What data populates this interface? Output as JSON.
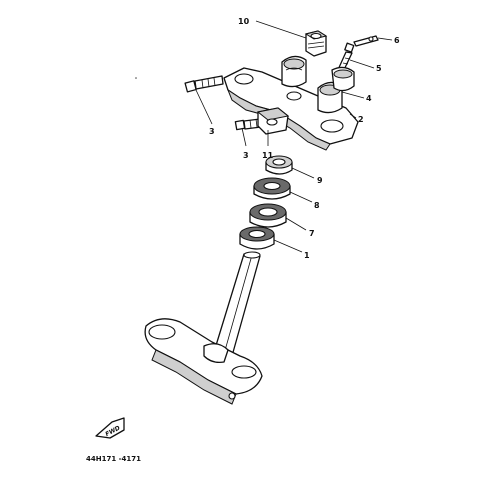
{
  "callouts": {
    "c10": "10",
    "c6": "6",
    "c5": "5",
    "c4": "4",
    "c2": "2",
    "c3a": "3",
    "c3b": "3",
    "c11": "11",
    "c9": "9",
    "c8": "8",
    "c7": "7",
    "c1": "1"
  },
  "fwd_label": "FWD",
  "diagram_code": "44H171 -4171"
}
